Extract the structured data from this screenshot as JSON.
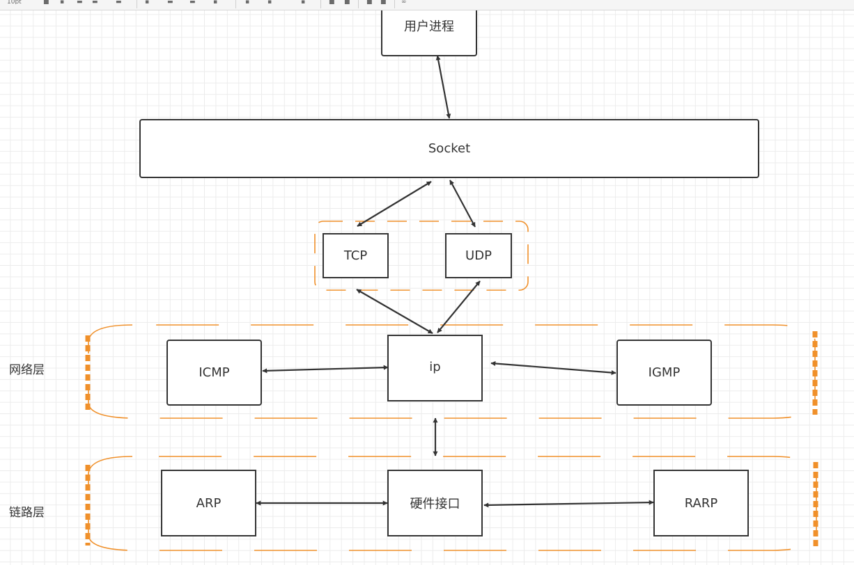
{
  "toolbar": {
    "font_size": "10pt",
    "buttons": [
      "bold-icon",
      "italic-icon",
      "underline-icon",
      "font-color-icon",
      "align-icon",
      "fill-icon",
      "line-color-icon",
      "line-style-icon",
      "spacing-icon",
      "connector-icon",
      "arrow-start-icon",
      "arrow-end-icon",
      "to-front-icon",
      "to-back-icon",
      "group-icon",
      "ungroup-icon",
      "link-icon"
    ]
  },
  "nodes": {
    "user_process": "用户进程",
    "socket": "Socket",
    "tcp": "TCP",
    "udp": "UDP",
    "ip": "ip",
    "icmp": "ICMP",
    "igmp": "IGMP",
    "arp": "ARP",
    "hardware_interface": "硬件接口",
    "rarp": "RARP"
  },
  "layers": {
    "network": "网络层",
    "link": "链路层"
  },
  "colors": {
    "box_stroke": "#333333",
    "group_dash": "#f0902a",
    "grid": "#ececec",
    "background": "#ffffff"
  }
}
